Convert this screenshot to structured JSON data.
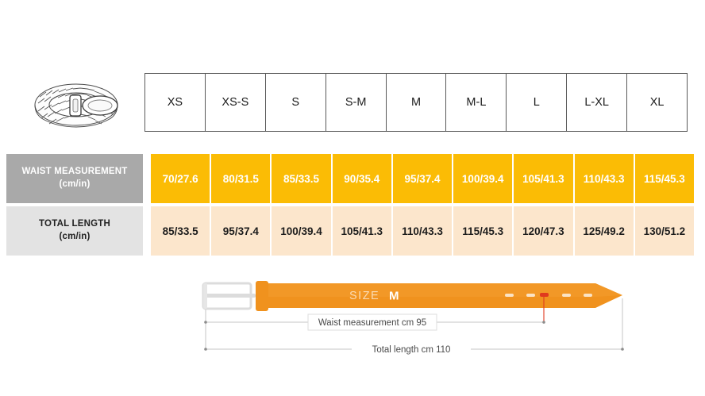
{
  "product": {
    "image_name": "braided-belt-illustration",
    "alt": "Coiled braided belt with oval buckle"
  },
  "table": {
    "size_headers": [
      "XS",
      "XS-S",
      "S",
      "S-M",
      "M",
      "M-L",
      "L",
      "L-XL",
      "XL"
    ],
    "rows": [
      {
        "label": "WAIST MEASUREMENT",
        "unit": "(cm/in)",
        "values": [
          "70/27.6",
          "80/31.5",
          "85/33.5",
          "90/35.4",
          "95/37.4",
          "100/39.4",
          "105/41.3",
          "110/43.3",
          "115/45.3"
        ]
      },
      {
        "label": "TOTAL LENGTH",
        "unit": "(cm/in)",
        "values": [
          "85/33.5",
          "95/37.4",
          "100/39.4",
          "105/41.3",
          "110/43.3",
          "115/45.3",
          "120/47.3",
          "125/49.2",
          "130/51.2"
        ]
      }
    ]
  },
  "diagram": {
    "size_prefix": "SIZE",
    "size_value": "M",
    "waist_dimension_label": "Waist measurement cm 95",
    "total_dimension_label": "Total length cm 110",
    "hole_count": 5,
    "selected_hole_index": 2
  },
  "colors": {
    "belt_orange": "#f0921e",
    "waist_cell": "#fbbc05",
    "length_cell": "#fce6cc",
    "waist_label_bg": "#a9a9a9",
    "length_label_bg": "#e3e3e3",
    "selected_hole": "#e03a1e",
    "buckle_silver": "#e0e0e0"
  }
}
